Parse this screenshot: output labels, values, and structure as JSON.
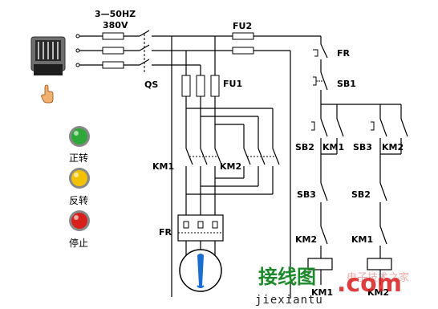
{
  "supply": {
    "phase_label": "3—50HZ",
    "voltage_label": "380V"
  },
  "labels": {
    "qs": "QS",
    "fu1": "FU1",
    "fu2": "FU2",
    "km1_main": "KM1",
    "km2_main": "KM2",
    "fr_main": "FR",
    "fr_ctrl": "FR",
    "sb1": "SB1",
    "sb2_left": "SB2",
    "km1_aux": "KM1",
    "sb3_right": "SB3",
    "km2_aux": "KM2",
    "sb3_lower": "SB3",
    "sb2_lower": "SB2",
    "km2_interlock": "KM2",
    "km1_interlock": "KM1",
    "km1_coil": "KM1",
    "km2_coil": "KM2"
  },
  "indicators": {
    "forward": {
      "label": "正转",
      "color": "#2fa83a"
    },
    "reverse": {
      "label": "反转",
      "color": "#f2c200"
    },
    "stop": {
      "label": "停止",
      "color": "#d8201c"
    }
  },
  "watermark": {
    "cn": "接线图",
    "pinyin": "jiexiantu",
    "com": ".com",
    "faded": "电子技术之家"
  }
}
